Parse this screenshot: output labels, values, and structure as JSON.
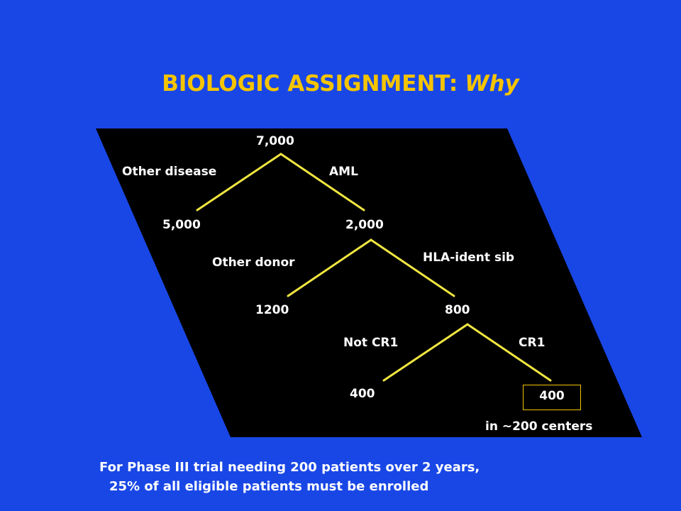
{
  "title": {
    "main": "BIOLOGIC ASSIGNMENT:",
    "emphasis": "Why"
  },
  "tree": {
    "root": "7,000",
    "branch_left_label": "Other disease",
    "branch_right_label": "AML",
    "other_disease": "5,000",
    "aml": "2,000",
    "other_donor_label": "Other donor",
    "hla_label": "HLA-ident sib",
    "other_donor": "1200",
    "hla": "800",
    "not_cr1_label": "Not CR1",
    "cr1_label": "CR1",
    "not_cr1": "400",
    "cr1": "400",
    "centers_note": "in ~200 centers"
  },
  "colors": {
    "background": "#1947e6",
    "panel": "#000000",
    "accent": "#f5c400",
    "lines": "#f0e640"
  },
  "footer": {
    "line1": "For Phase III trial needing 200 patients over 2 years,",
    "line2": "25% of all eligible patients must be enrolled"
  }
}
